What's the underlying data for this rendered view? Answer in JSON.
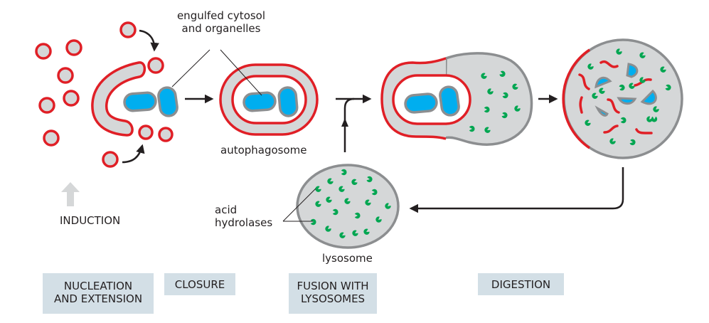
{
  "title": "Autophagy pathway",
  "labels": {
    "engulfed_line1": "engulfed cytosol",
    "engulfed_line2": "and organelles",
    "autophagosome": "autophagosome",
    "induction": "INDUCTION",
    "acid_line1": "acid",
    "acid_line2": "hydrolases",
    "lysosome": "lysosome"
  },
  "stages": [
    {
      "line1": "NUCLEATION",
      "line2": "AND EXTENSION"
    },
    {
      "line1": "CLOSURE",
      "line2": ""
    },
    {
      "line1": "FUSION WITH",
      "line2": "LYSOSOMES"
    },
    {
      "line1": "DIGESTION",
      "line2": ""
    }
  ],
  "colors": {
    "membrane_red": "#e01f26",
    "cytosol_gray": "#d5d7d8",
    "outline_gray": "#8c8e90",
    "organelle_blue": "#00aeef",
    "hydrolase_green": "#00a651",
    "arrow_black": "#231f20",
    "induction_arrow": "#d5d7d8",
    "stage_box": "#d3dfe6"
  }
}
